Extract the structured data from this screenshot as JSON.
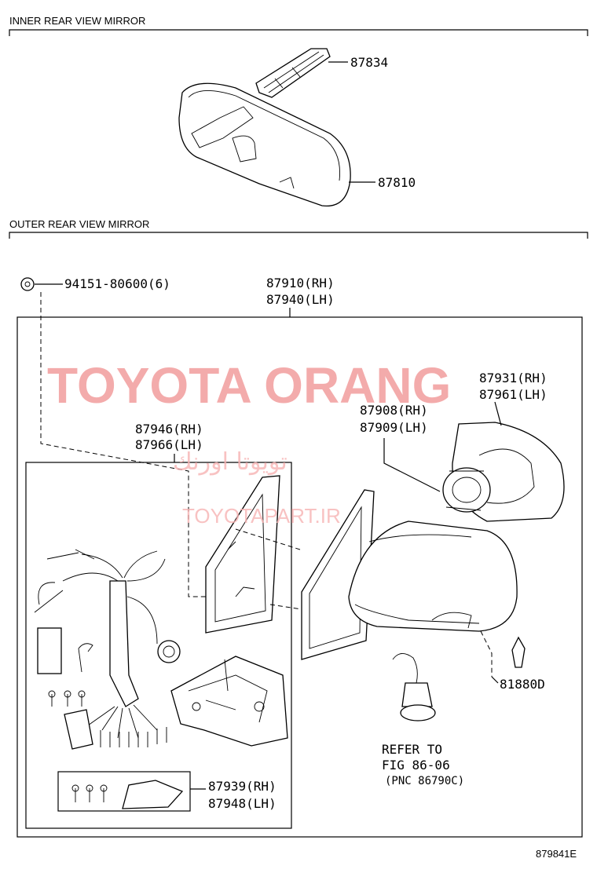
{
  "sections": {
    "inner_title": "INNER REAR VIEW MIRROR",
    "outer_title": "OUTER REAR VIEW MIRROR"
  },
  "labels": {
    "p87834": "87834",
    "p87810": "87810",
    "p94151": "94151-80600(6)",
    "p87910": "87910(RH)",
    "p87940": "87940(LH)",
    "p87931": "87931(RH)",
    "p87961": "87961(LH)",
    "p87908": "87908(RH)",
    "p87909": "87909(LH)",
    "p87946": "87946(RH)",
    "p87966": "87966(LH)",
    "p81880D": "81880D",
    "refer1": "REFER TO",
    "refer2": "FIG 86-06",
    "refer3": "(PNC 86790C)",
    "p87939": "87939(RH)",
    "p87948": "87948(LH)",
    "figure_id": "879841E"
  },
  "watermark": {
    "line1": "TOYOTA ORANG",
    "line2": "تويوتا اورنك",
    "line3": "TOYOTAPART.IR"
  }
}
